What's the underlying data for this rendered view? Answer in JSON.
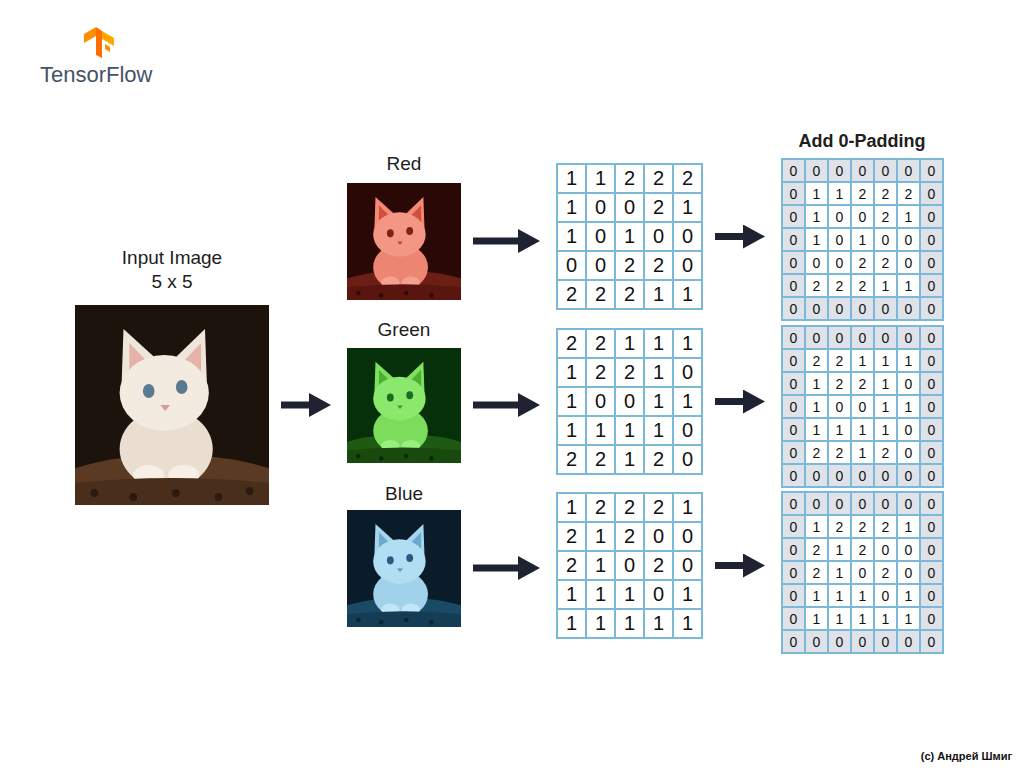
{
  "diagram": {
    "nodes": [
      {
        "text": [
          "Input Image",
          "5 x 5"
        ]
      },
      {
        "text": [
          "Red"
        ]
      },
      {
        "text": [
          "1",
          "1",
          "2",
          "2",
          "2",
          "1",
          "0",
          "0",
          "2",
          "1",
          "1",
          "0",
          "1",
          "0",
          "0",
          "0",
          "0",
          "2",
          "2",
          "0",
          "2",
          "2",
          "2",
          "1",
          "1"
        ]
      },
      {
        "text": [
          "0",
          "0",
          "0",
          "0",
          "0",
          "0",
          "0",
          "0",
          "1",
          "1",
          "2",
          "2",
          "2",
          "0",
          "0",
          "1",
          "0",
          "0",
          "2",
          "1",
          "0",
          "0",
          "1",
          "0",
          "1",
          "0",
          "0",
          "0",
          "0",
          "0",
          "0",
          "2",
          "2",
          "0",
          "0",
          "0",
          "2",
          "2",
          "2",
          "1",
          "1",
          "0",
          "0",
          "0",
          "0",
          "0",
          "0",
          "0",
          "0"
        ]
      },
      {
        "text": [
          "Green"
        ]
      },
      {
        "text": [
          "2",
          "2",
          "1",
          "1",
          "1",
          "1",
          "2",
          "2",
          "1",
          "0",
          "1",
          "0",
          "0",
          "1",
          "1",
          "1",
          "1",
          "1",
          "1",
          "0",
          "2",
          "2",
          "1",
          "2",
          "0"
        ]
      },
      {
        "text": [
          "0",
          "0",
          "0",
          "0",
          "0",
          "0",
          "0",
          "0",
          "2",
          "2",
          "1",
          "1",
          "1",
          "0",
          "0",
          "1",
          "2",
          "2",
          "1",
          "0",
          "0",
          "0",
          "1",
          "0",
          "0",
          "1",
          "1",
          "0",
          "0",
          "1",
          "1",
          "1",
          "1",
          "0",
          "0",
          "0",
          "2",
          "2",
          "1",
          "2",
          "0",
          "0",
          "0",
          "0",
          "0",
          "0",
          "0",
          "0",
          "0"
        ]
      },
      {
        "text": [
          "Blue"
        ]
      },
      {
        "text": [
          "1",
          "2",
          "2",
          "2",
          "1",
          "2",
          "1",
          "2",
          "0",
          "0",
          "2",
          "1",
          "0",
          "2",
          "0",
          "1",
          "1",
          "1",
          "0",
          "1",
          "1",
          "1",
          "1",
          "1",
          "1"
        ]
      },
      {
        "text": [
          "0",
          "0",
          "0",
          "0",
          "0",
          "0",
          "0",
          "0",
          "1",
          "2",
          "2",
          "2",
          "1",
          "0",
          "0",
          "2",
          "1",
          "2",
          "0",
          "0",
          "0",
          "0",
          "2",
          "1",
          "0",
          "2",
          "0",
          "0",
          "0",
          "1",
          "1",
          "1",
          "0",
          "1",
          "0",
          "0",
          "1",
          "1",
          "1",
          "1",
          "1",
          "0",
          "0",
          "0",
          "0",
          "0",
          "0",
          "0",
          "0"
        ]
      }
    ],
    "edges": [
      {
        "from": 0,
        "to": 4,
        "arrow": "to"
      },
      {
        "from": 1,
        "to": 2,
        "arrow": "to"
      },
      {
        "from": 2,
        "to": 3,
        "arrow": "to"
      },
      {
        "from": 4,
        "to": 5,
        "arrow": "to"
      },
      {
        "from": 5,
        "to": 6,
        "arrow": "to"
      },
      {
        "from": 7,
        "to": 8,
        "arrow": "to"
      },
      {
        "from": 8,
        "to": 9,
        "arrow": "to"
      }
    ],
    "labels": [
      "TensorFlow",
      "Add 0-Padding",
      "(c) Андрей Шмиг"
    ]
  }
}
